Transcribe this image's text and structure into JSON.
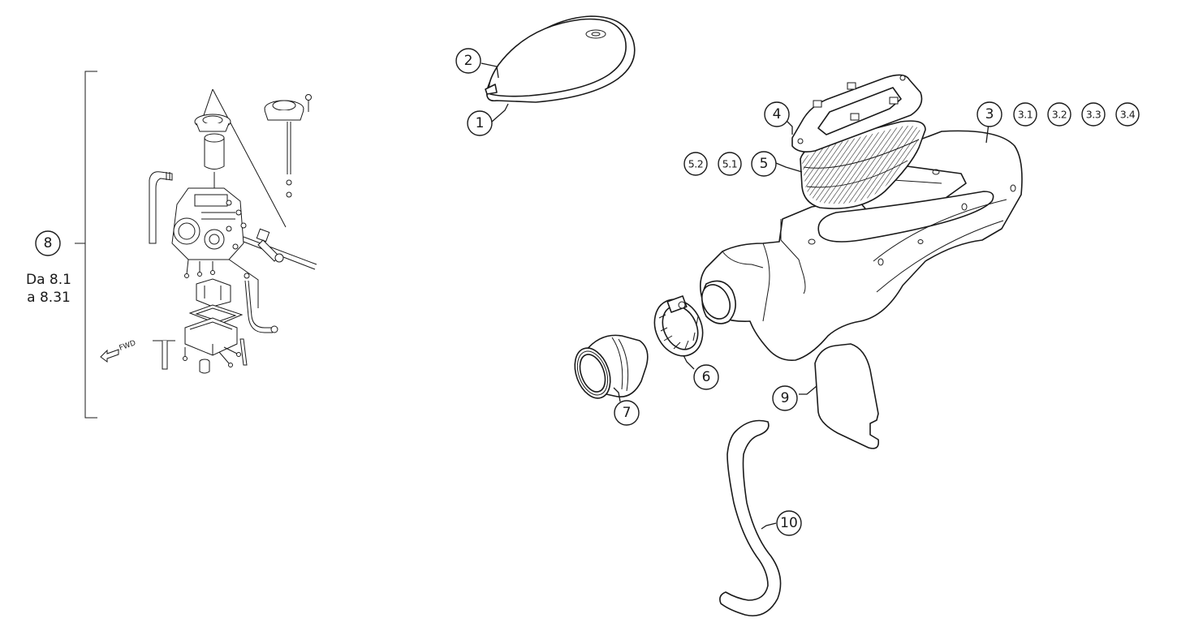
{
  "callouts": [
    {
      "id": "1",
      "label": "1"
    },
    {
      "id": "2",
      "label": "2"
    },
    {
      "id": "3",
      "label": "3"
    },
    {
      "id": "3.1",
      "label": "3.1"
    },
    {
      "id": "3.2",
      "label": "3.2"
    },
    {
      "id": "3.3",
      "label": "3.3"
    },
    {
      "id": "3.4",
      "label": "3.4"
    },
    {
      "id": "4",
      "label": "4"
    },
    {
      "id": "5",
      "label": "5"
    },
    {
      "id": "5.1",
      "label": "5.1"
    },
    {
      "id": "5.2",
      "label": "5.2"
    },
    {
      "id": "6",
      "label": "6"
    },
    {
      "id": "7",
      "label": "7"
    },
    {
      "id": "8",
      "label": "8"
    },
    {
      "id": "9",
      "label": "9"
    },
    {
      "id": "10",
      "label": "10"
    }
  ],
  "carburetor_group": {
    "range_line1": "Da 8.1",
    "range_line2": "a 8.31",
    "direction_label": "FWD"
  }
}
